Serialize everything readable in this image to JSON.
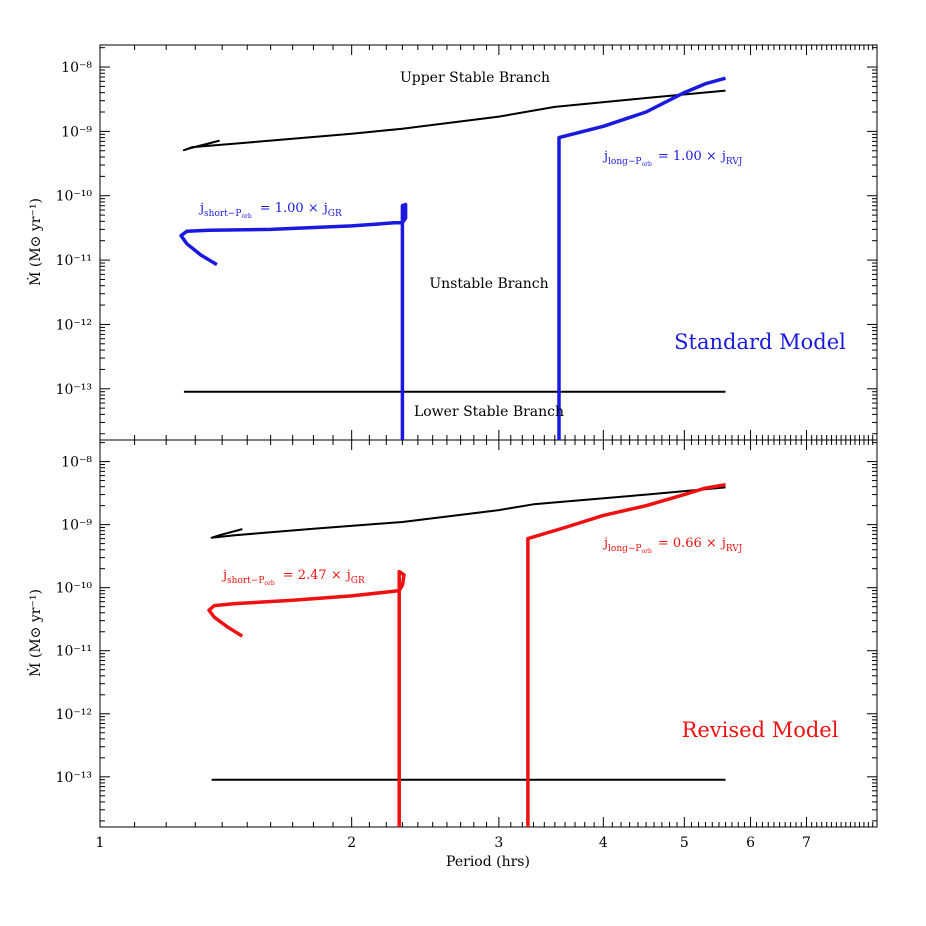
{
  "colors": {
    "standard": "#1a1adf",
    "revised": "#ee1111",
    "line": "#000000"
  },
  "chart_data": [
    {
      "type": "line",
      "xlabel": "Period (hrs)",
      "ylabel": "Ṁ (M⊙ yr⁻¹)",
      "x_scale": "log",
      "y_scale": "log",
      "xlim": [
        1.0,
        8.5
      ],
      "ylim": [
        1.6e-14,
        2.2e-08
      ],
      "x_ticks": [
        1,
        2,
        3,
        4,
        5,
        6,
        7
      ],
      "y_ticks": [
        "10⁻⁸",
        "10⁻⁹",
        "10⁻¹⁰",
        "10⁻¹¹",
        "10⁻¹²",
        "10⁻¹³"
      ],
      "y_tick_values": [
        1e-08,
        1e-09,
        1e-10,
        1e-11,
        1e-12,
        1e-13
      ],
      "model_label": "Standard Model",
      "annotations": {
        "upper": "Upper Stable Branch",
        "unstable": "Unstable Branch",
        "lower": "Lower Stable Branch",
        "short_j": "j",
        "short_sub": "short−P",
        "short_subsub": "orb",
        "short_eq": "=   1.00 ×",
        "short_gr": "j",
        "short_gr_sub": "GR",
        "long_j": "j",
        "long_sub": "long−P",
        "long_subsub": "orb",
        "long_eq": "=  1.00 ×",
        "long_rvj": "j",
        "long_rvj_sub": "RVJ"
      },
      "series": [
        {
          "role": "upper",
          "color": "line",
          "width": 2,
          "points": [
            [
              1.39,
              7.2e-10
            ],
            [
              1.29,
              5.6e-10
            ],
            [
              1.26,
              5.1e-10
            ],
            [
              1.29,
              5.7e-10
            ],
            [
              1.5,
              6.7e-10
            ],
            [
              2.0,
              9.2e-10
            ],
            [
              2.3,
              1.1e-09
            ],
            [
              3.0,
              1.7e-09
            ],
            [
              3.5,
              2.4e-09
            ],
            [
              4.5,
              3.3e-09
            ],
            [
              5.6,
              4.3e-09
            ]
          ]
        },
        {
          "role": "lower",
          "color": "line",
          "width": 2,
          "points": [
            [
              1.26,
              9e-14
            ],
            [
              5.6,
              9e-14
            ]
          ]
        },
        {
          "role": "short",
          "color": "standard",
          "width": 3.5,
          "points": [
            [
              1.38,
              8.5e-12
            ],
            [
              1.32,
              1.2e-11
            ],
            [
              1.27,
              1.8e-11
            ],
            [
              1.25,
              2.4e-11
            ],
            [
              1.27,
              2.8e-11
            ],
            [
              1.35,
              2.9e-11
            ],
            [
              1.6,
              3e-11
            ],
            [
              2.0,
              3.4e-11
            ],
            [
              2.25,
              3.8e-11
            ],
            [
              2.3,
              3.8e-11
            ],
            [
              2.3,
              7e-11
            ],
            [
              2.32,
              7.3e-11
            ],
            [
              2.32,
              4.5e-11
            ],
            [
              2.3,
              3.8e-11
            ],
            [
              2.3,
              1.6e-14
            ]
          ]
        },
        {
          "role": "long",
          "color": "standard",
          "width": 3.5,
          "points": [
            [
              3.54,
              1.6e-14
            ],
            [
              3.54,
              8e-10
            ],
            [
              4.0,
              1.2e-09
            ],
            [
              4.5,
              2e-09
            ],
            [
              5.0,
              4e-09
            ],
            [
              5.3,
              5.5e-09
            ],
            [
              5.6,
              6.7e-09
            ]
          ]
        }
      ]
    },
    {
      "type": "line",
      "xlabel": "Period (hrs)",
      "ylabel": "Ṁ (M⊙ yr⁻¹)",
      "x_scale": "log",
      "y_scale": "log",
      "xlim": [
        1.0,
        8.5
      ],
      "ylim": [
        1.6e-14,
        2.2e-08
      ],
      "x_ticks": [
        1,
        2,
        3,
        4,
        5,
        6,
        7
      ],
      "y_ticks": [
        "10⁻⁸",
        "10⁻⁹",
        "10⁻¹⁰",
        "10⁻¹¹",
        "10⁻¹²",
        "10⁻¹³"
      ],
      "y_tick_values": [
        1e-08,
        1e-09,
        1e-10,
        1e-11,
        1e-12,
        1e-13
      ],
      "model_label": "Revised Model",
      "annotations": {
        "short_j": "j",
        "short_sub": "short−P",
        "short_subsub": "orb",
        "short_eq": "=   2.47 ×",
        "short_gr": "j",
        "short_gr_sub": "GR",
        "long_j": "j",
        "long_sub": "long−P",
        "long_subsub": "orb",
        "long_eq": "= 0.66 ×",
        "long_rvj": "j",
        "long_rvj_sub": "RVJ"
      },
      "series": [
        {
          "role": "upper",
          "color": "line",
          "width": 2,
          "points": [
            [
              1.48,
              8.5e-10
            ],
            [
              1.39,
              6.8e-10
            ],
            [
              1.36,
              6.2e-10
            ],
            [
              1.45,
              6.8e-10
            ],
            [
              1.8,
              8.6e-10
            ],
            [
              2.3,
              1.1e-09
            ],
            [
              3.0,
              1.7e-09
            ],
            [
              3.3,
              2.1e-09
            ],
            [
              4.5,
              3e-09
            ],
            [
              5.6,
              3.9e-09
            ]
          ]
        },
        {
          "role": "lower",
          "color": "line",
          "width": 2,
          "points": [
            [
              1.36,
              9e-14
            ],
            [
              5.6,
              9e-14
            ]
          ]
        },
        {
          "role": "short",
          "color": "revised",
          "width": 3.5,
          "points": [
            [
              1.48,
              1.7e-11
            ],
            [
              1.42,
              2.4e-11
            ],
            [
              1.37,
              3.4e-11
            ],
            [
              1.35,
              4.4e-11
            ],
            [
              1.37,
              5.2e-11
            ],
            [
              1.45,
              5.6e-11
            ],
            [
              1.7,
              6.3e-11
            ],
            [
              2.0,
              7.4e-11
            ],
            [
              2.2,
              8.5e-11
            ],
            [
              2.28,
              9e-11
            ],
            [
              2.28,
              1.8e-10
            ],
            [
              2.31,
              1.6e-10
            ],
            [
              2.3,
              1.1e-10
            ],
            [
              2.28,
              9e-11
            ],
            [
              2.28,
              1.6e-14
            ]
          ]
        },
        {
          "role": "long",
          "color": "revised",
          "width": 3.5,
          "points": [
            [
              3.25,
              1.6e-14
            ],
            [
              3.25,
              6e-10
            ],
            [
              3.6,
              9e-10
            ],
            [
              4.0,
              1.4e-09
            ],
            [
              4.5,
              2e-09
            ],
            [
              5.0,
              3e-09
            ],
            [
              5.3,
              3.8e-09
            ],
            [
              5.6,
              4.3e-09
            ]
          ]
        }
      ]
    }
  ]
}
